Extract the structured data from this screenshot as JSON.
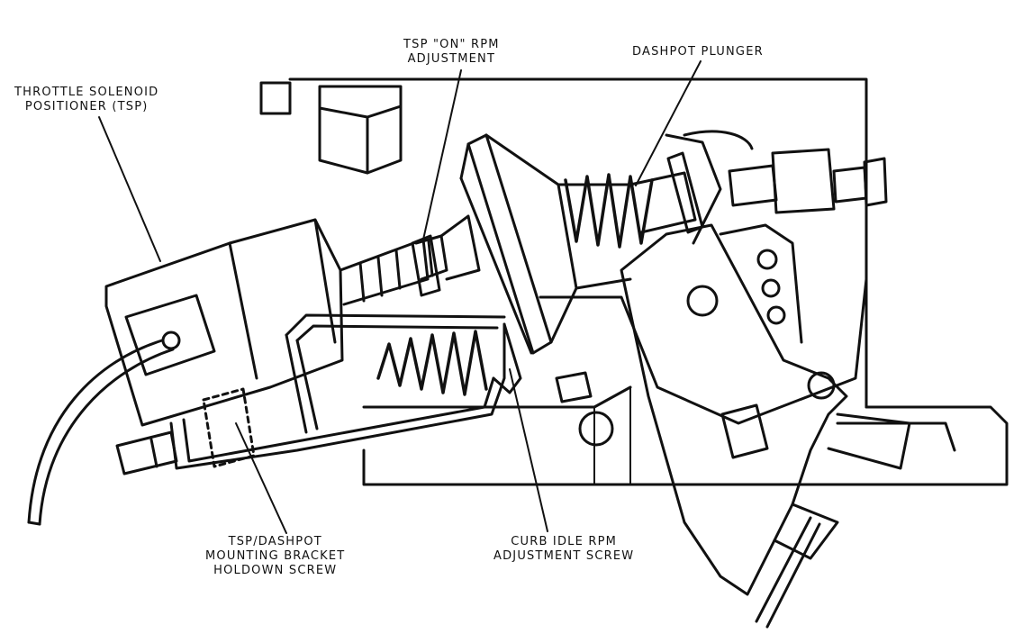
{
  "labels": {
    "tsp": [
      "THROTTLE SOLENOID",
      "POSITIONER (TSP)"
    ],
    "tsp_on_rpm": [
      "TSP \"ON\" RPM",
      "ADJUSTMENT"
    ],
    "dashpot_plunger": [
      "DASHPOT PLUNGER"
    ],
    "bracket_screw": [
      "TSP/DASHPOT",
      "MOUNTING BRACKET",
      "HOLDOWN SCREW"
    ],
    "curb_idle": [
      "CURB IDLE RPM",
      "ADJUSTMENT SCREW"
    ]
  },
  "style": {
    "ink": "#111111",
    "paper": "#ffffff"
  }
}
